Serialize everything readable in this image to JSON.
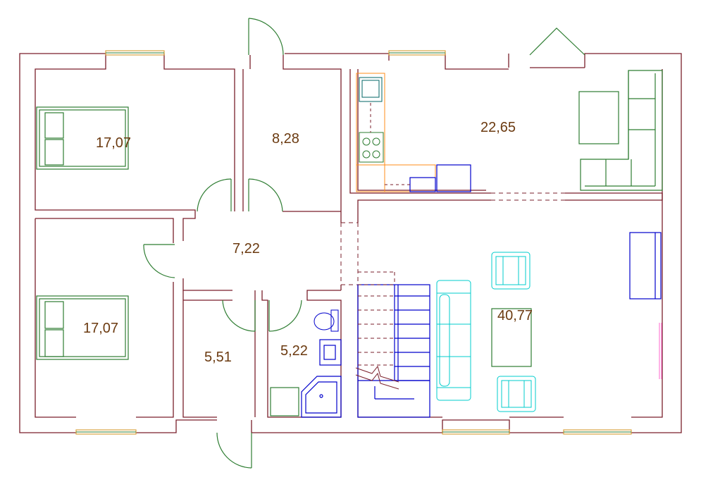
{
  "plan": {
    "wall_color": "#7a1f2b",
    "door_color": "#2e7d32",
    "window_color": "#d9a441",
    "kitchen_color": "#ff8c1a",
    "stair_color": "#0000cc",
    "furniture_color": "#00aaaa",
    "bed_color": "#2e7d32"
  },
  "rooms": {
    "bedroom_top": "17,07",
    "hall_top": "8,28",
    "kitchen_living": "22,65",
    "corridor": "7,22",
    "bedroom_bottom": "17,07",
    "storage": "5,51",
    "bathroom": "5,22",
    "living_room": "40,77"
  }
}
